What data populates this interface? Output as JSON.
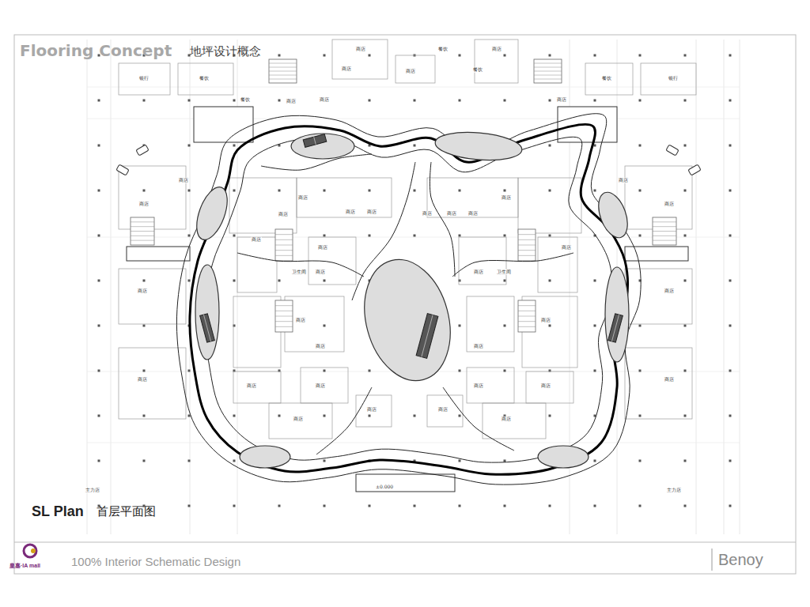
{
  "diagram": {
    "title": "Flooring Concept",
    "labels": [
      "地坪设计概念",
      "SL Plan",
      "首层平面图",
      "100% Interior Schematic Design",
      "Benoy",
      "皇嘉·IA mall",
      "银行",
      "餐饮",
      "商店",
      "商店",
      "商店",
      "餐饮",
      "餐饮",
      "商店",
      "餐饮",
      "银行",
      "餐饮",
      "商店",
      "商店",
      "商店",
      "商店",
      "商店",
      "商店",
      "商店",
      "商店",
      "商店",
      "商店",
      "商店",
      "商店",
      "商店",
      "商店",
      "商店",
      "商店",
      "商店",
      "商店",
      "卫生间",
      "商店",
      "卫生间",
      "商店",
      "商店",
      "商店",
      "商店",
      "商店",
      "商店",
      "商店",
      "商店",
      "商店",
      "商店",
      "商店",
      "商店",
      "商店",
      "商店",
      "商店",
      "商店",
      "商店",
      "主力店",
      "主力店",
      "±0.000"
    ]
  }
}
